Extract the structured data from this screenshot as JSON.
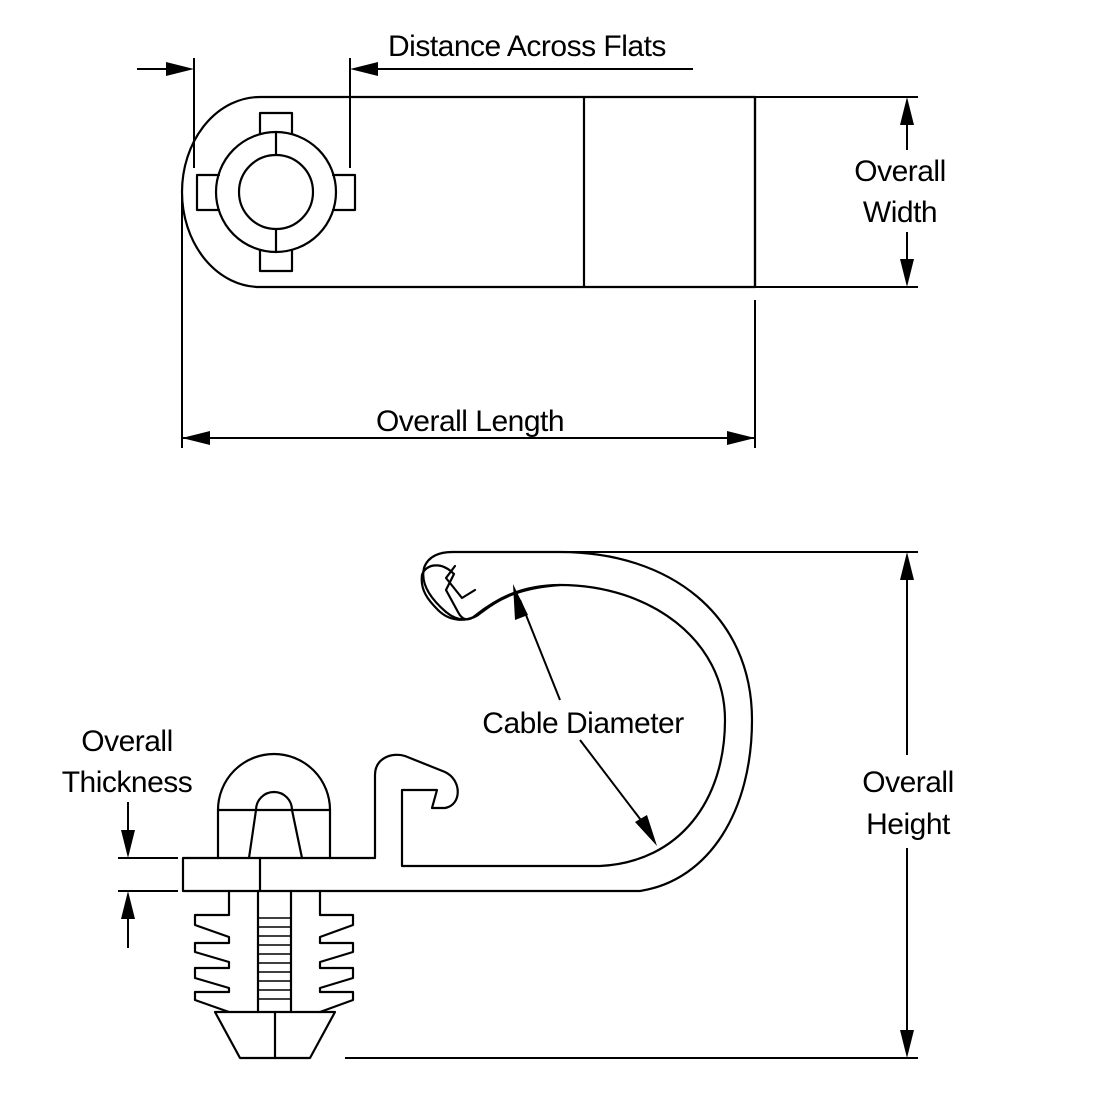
{
  "diagram": {
    "title": "Cable clamp dimension drawing",
    "stroke_color": "#000000",
    "background_color": "#ffffff",
    "top_view": {
      "labels": {
        "distance_across_flats": "Distance Across Flats",
        "overall_width_line1": "Overall",
        "overall_width_line2": "Width",
        "overall_length": "Overall Length"
      }
    },
    "side_view": {
      "labels": {
        "overall_thickness_line1": "Overall",
        "overall_thickness_line2": "Thickness",
        "cable_diameter": "Cable Diameter",
        "overall_height_line1": "Overall",
        "overall_height_line2": "Height"
      }
    }
  }
}
